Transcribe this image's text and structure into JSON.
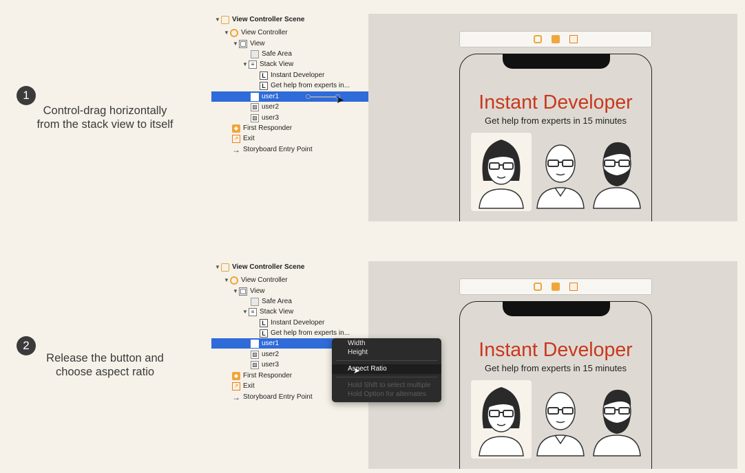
{
  "steps": [
    {
      "number": "1",
      "text_line1": "Control-drag horizontally",
      "text_line2": "from the stack view to itself"
    },
    {
      "number": "2",
      "text_line1": "Release the button and",
      "text_line2": "choose aspect ratio"
    }
  ],
  "outline": {
    "scene": "View Controller Scene",
    "view_controller": "View Controller",
    "view": "View",
    "safe_area": "Safe Area",
    "stack_view": "Stack View",
    "label1": "Instant Developer",
    "label2": "Get help from experts in...",
    "user1": "user1",
    "user2": "user2",
    "user3": "user3",
    "first_responder": "First Responder",
    "exit": "Exit",
    "entry_point": "Storyboard Entry Point"
  },
  "canvas": {
    "app_title": "Instant Developer",
    "app_subtitle": "Get help from experts in 15 minutes"
  },
  "context_menu": {
    "items": [
      "Width",
      "Height",
      "Aspect Ratio"
    ],
    "highlighted": "Aspect Ratio",
    "hints": [
      "Hold Shift to select multiple",
      "Hold Option for alternates"
    ]
  },
  "colors": {
    "selection": "#2f6bd9",
    "title_red": "#c8381e",
    "icon_orange": "#eea537"
  },
  "icons": [
    "disclosure-triangle-icon",
    "scene-icon",
    "view-controller-icon",
    "view-icon",
    "safe-area-icon",
    "stack-view-icon",
    "label-icon",
    "image-view-icon",
    "first-responder-icon",
    "exit-icon",
    "arrow-right-icon",
    "cursor-icon"
  ]
}
